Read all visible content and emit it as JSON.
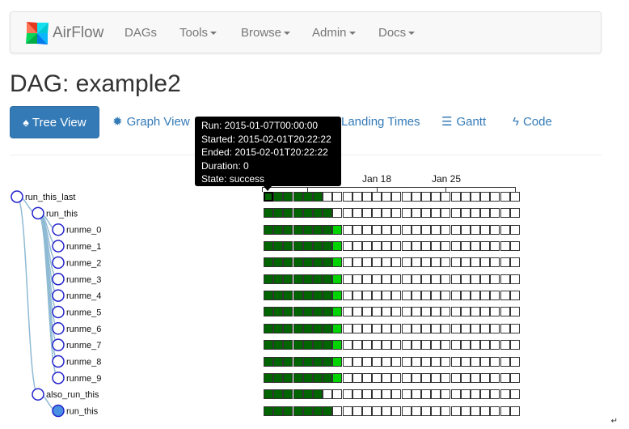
{
  "brand": {
    "name": "AirFlow"
  },
  "navbar": {
    "items": [
      {
        "label": "DAGs",
        "dropdown": false
      },
      {
        "label": "Tools",
        "dropdown": true
      },
      {
        "label": "Browse",
        "dropdown": true
      },
      {
        "label": "Admin",
        "dropdown": true
      },
      {
        "label": "Docs",
        "dropdown": true
      }
    ]
  },
  "page": {
    "title": "DAG: example2"
  },
  "tabs": [
    {
      "label": "Tree View",
      "icon": "tree-icon",
      "active": true
    },
    {
      "label": "Graph View",
      "icon": "graph-icon",
      "active": false
    },
    {
      "label": "Landing Times",
      "icon": "",
      "active": false
    },
    {
      "label": "Gantt",
      "icon": "gantt-icon",
      "active": false
    },
    {
      "label": "Code",
      "icon": "lightning-icon",
      "active": false
    }
  ],
  "timeline": {
    "axis_labels": [
      "Jan 18",
      "Jan 25"
    ]
  },
  "tooltip": {
    "run": "Run: 2015-01-07T00:00:00",
    "started": "Started: 2015-02-01T20:22:22",
    "ended": "Ended: 2015-02-01T20:22:22",
    "duration": "Duration: 0",
    "state": "State: success"
  },
  "tree": {
    "tasks": [
      {
        "label": "run_this_last",
        "depth": 0,
        "filled": false,
        "success": 6,
        "upstream": 0
      },
      {
        "label": "run_this",
        "depth": 1,
        "filled": false,
        "success": 7,
        "upstream": 0
      },
      {
        "label": "runme_0",
        "depth": 2,
        "filled": false,
        "success": 7,
        "upstream": 1
      },
      {
        "label": "runme_1",
        "depth": 2,
        "filled": false,
        "success": 7,
        "upstream": 1
      },
      {
        "label": "runme_2",
        "depth": 2,
        "filled": false,
        "success": 7,
        "upstream": 1
      },
      {
        "label": "runme_3",
        "depth": 2,
        "filled": false,
        "success": 7,
        "upstream": 1
      },
      {
        "label": "runme_4",
        "depth": 2,
        "filled": false,
        "success": 7,
        "upstream": 1
      },
      {
        "label": "runme_5",
        "depth": 2,
        "filled": false,
        "success": 7,
        "upstream": 1
      },
      {
        "label": "runme_6",
        "depth": 2,
        "filled": false,
        "success": 7,
        "upstream": 1
      },
      {
        "label": "runme_7",
        "depth": 2,
        "filled": false,
        "success": 7,
        "upstream": 1
      },
      {
        "label": "runme_8",
        "depth": 2,
        "filled": false,
        "success": 7,
        "upstream": 1
      },
      {
        "label": "runme_9",
        "depth": 2,
        "filled": false,
        "success": 7,
        "upstream": 1
      },
      {
        "label": "also_run_this",
        "depth": 1,
        "filled": false,
        "success": 6,
        "upstream": 0
      },
      {
        "label": "run_this",
        "depth": 2,
        "filled": true,
        "success": 7,
        "upstream": 0
      }
    ],
    "runs_per_task": 26,
    "selected_run": 0
  },
  "colors": {
    "success": "#006400",
    "upstream_failed": "#00d400",
    "none": "#ffffff",
    "node_stroke": "#2222cc",
    "node_fill_active": "#4a90e2",
    "link": "#8fbad4",
    "brand_text": "#777777",
    "link_text": "#337ab7"
  },
  "footer": {
    "mark": "↵"
  }
}
